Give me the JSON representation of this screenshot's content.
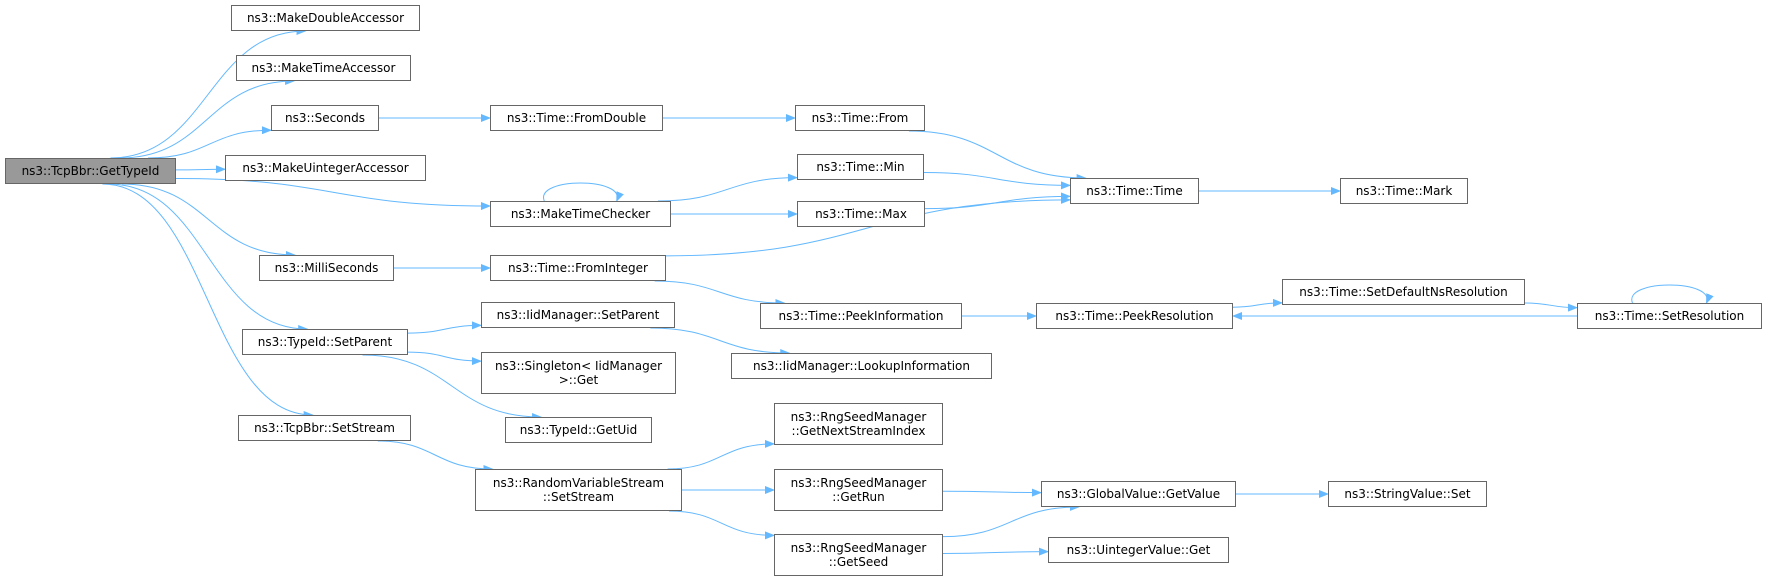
{
  "graph": {
    "nodes": [
      {
        "id": "root",
        "label": "ns3::TcpBbr::GetTypeId"
      },
      {
        "id": "mda",
        "label": "ns3::MakeDoubleAccessor"
      },
      {
        "id": "mta",
        "label": "ns3::MakeTimeAccessor"
      },
      {
        "id": "sec",
        "label": "ns3::Seconds"
      },
      {
        "id": "mua",
        "label": "ns3::MakeUintegerAccessor"
      },
      {
        "id": "mtc",
        "label": "ns3::MakeTimeChecker"
      },
      {
        "id": "ms",
        "label": "ns3::MilliSeconds"
      },
      {
        "id": "tsp",
        "label": "ns3::TypeId::SetParent"
      },
      {
        "id": "tss",
        "label": "ns3::TcpBbr::SetStream"
      },
      {
        "id": "tfd",
        "label": "ns3::Time::FromDouble"
      },
      {
        "id": "tfi",
        "label": "ns3::Time::FromInteger"
      },
      {
        "id": "imsp",
        "label": "ns3::IidManager::SetParent"
      },
      {
        "id": "sig",
        "label": "ns3::Singleton< IidManager\n>::Get"
      },
      {
        "id": "tgu",
        "label": "ns3::TypeId::GetUid"
      },
      {
        "id": "rvs",
        "label": "ns3::RandomVariableStream\n::SetStream"
      },
      {
        "id": "tfrom",
        "label": "ns3::Time::From"
      },
      {
        "id": "tmin",
        "label": "ns3::Time::Min"
      },
      {
        "id": "tmax",
        "label": "ns3::Time::Max"
      },
      {
        "id": "tpi",
        "label": "ns3::Time::PeekInformation"
      },
      {
        "id": "imli",
        "label": "ns3::IidManager::LookupInformation"
      },
      {
        "id": "rgnsi",
        "label": "ns3::RngSeedManager\n::GetNextStreamIndex"
      },
      {
        "id": "rgr",
        "label": "ns3::RngSeedManager\n::GetRun"
      },
      {
        "id": "rgs",
        "label": "ns3::RngSeedManager\n::GetSeed"
      },
      {
        "id": "ttime",
        "label": "ns3::Time::Time"
      },
      {
        "id": "tpr",
        "label": "ns3::Time::PeekResolution"
      },
      {
        "id": "gvgv",
        "label": "ns3::GlobalValue::GetValue"
      },
      {
        "id": "uvg",
        "label": "ns3::UintegerValue::Get"
      },
      {
        "id": "tmark",
        "label": "ns3::Time::Mark"
      },
      {
        "id": "tsdnr",
        "label": "ns3::Time::SetDefaultNsResolution"
      },
      {
        "id": "tsr",
        "label": "ns3::Time::SetResolution"
      },
      {
        "id": "svs",
        "label": "ns3::StringValue::Set"
      }
    ],
    "edges": [
      [
        "root",
        "mda"
      ],
      [
        "root",
        "mta"
      ],
      [
        "root",
        "sec"
      ],
      [
        "root",
        "mua"
      ],
      [
        "root",
        "mtc"
      ],
      [
        "root",
        "ms"
      ],
      [
        "root",
        "tsp"
      ],
      [
        "root",
        "tss"
      ],
      [
        "sec",
        "tfd"
      ],
      [
        "tfd",
        "tfrom"
      ],
      [
        "tfrom",
        "ttime"
      ],
      [
        "mtc",
        "mtc"
      ],
      [
        "mtc",
        "tmin"
      ],
      [
        "mtc",
        "tmax"
      ],
      [
        "tmin",
        "ttime"
      ],
      [
        "tmax",
        "ttime"
      ],
      [
        "ttime",
        "tmark"
      ],
      [
        "ms",
        "tfi"
      ],
      [
        "tfi",
        "ttime"
      ],
      [
        "tfi",
        "tpi"
      ],
      [
        "tpi",
        "tpr"
      ],
      [
        "tpr",
        "tsdnr"
      ],
      [
        "tsdnr",
        "tsr"
      ],
      [
        "tsr",
        "tsr"
      ],
      [
        "tsr",
        "tpr"
      ],
      [
        "tsp",
        "imsp"
      ],
      [
        "tsp",
        "sig"
      ],
      [
        "tsp",
        "tgu"
      ],
      [
        "imsp",
        "imli"
      ],
      [
        "tss",
        "rvs"
      ],
      [
        "rvs",
        "rgnsi"
      ],
      [
        "rvs",
        "rgr"
      ],
      [
        "rvs",
        "rgs"
      ],
      [
        "rgr",
        "gvgv"
      ],
      [
        "rgs",
        "gvgv"
      ],
      [
        "rgs",
        "uvg"
      ],
      [
        "gvgv",
        "svs"
      ]
    ]
  }
}
